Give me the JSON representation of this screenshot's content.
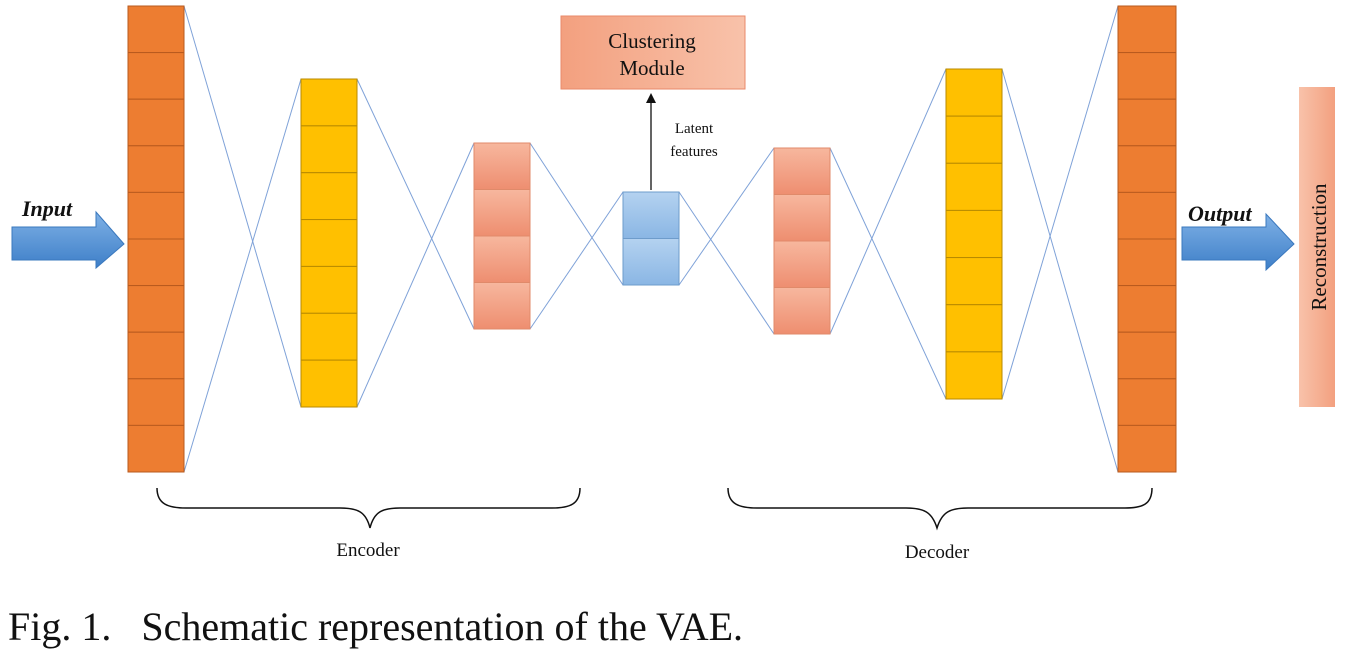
{
  "labels": {
    "input": "Input",
    "output": "Output",
    "reconstruction": "Reconstruction",
    "clustering_line1": "Clustering",
    "clustering_line2": "Module",
    "latent_line1": "Latent",
    "latent_line2": "features",
    "encoder": "Encoder",
    "decoder": "Decoder"
  },
  "caption": {
    "prefix": "Fig. 1.",
    "text": "Schematic representation of the VAE."
  },
  "layers": [
    {
      "role": "encoder-input",
      "cells": 10,
      "color": "#ED7D31"
    },
    {
      "role": "encoder-hidden-1",
      "cells": 7,
      "color": "#FFC000"
    },
    {
      "role": "encoder-hidden-2",
      "cells": 4,
      "color": "#F4A582"
    },
    {
      "role": "latent",
      "cells": 2,
      "color": "#9DC3E6"
    },
    {
      "role": "decoder-hidden-1",
      "cells": 4,
      "color": "#F4A582"
    },
    {
      "role": "decoder-hidden-2",
      "cells": 7,
      "color": "#FFC000"
    },
    {
      "role": "decoder-output",
      "cells": 10,
      "color": "#ED7D31"
    }
  ],
  "colors": {
    "connection": "#7FA2D8",
    "arrow": "#4A90D9",
    "clustering_box": "#F4A582"
  }
}
